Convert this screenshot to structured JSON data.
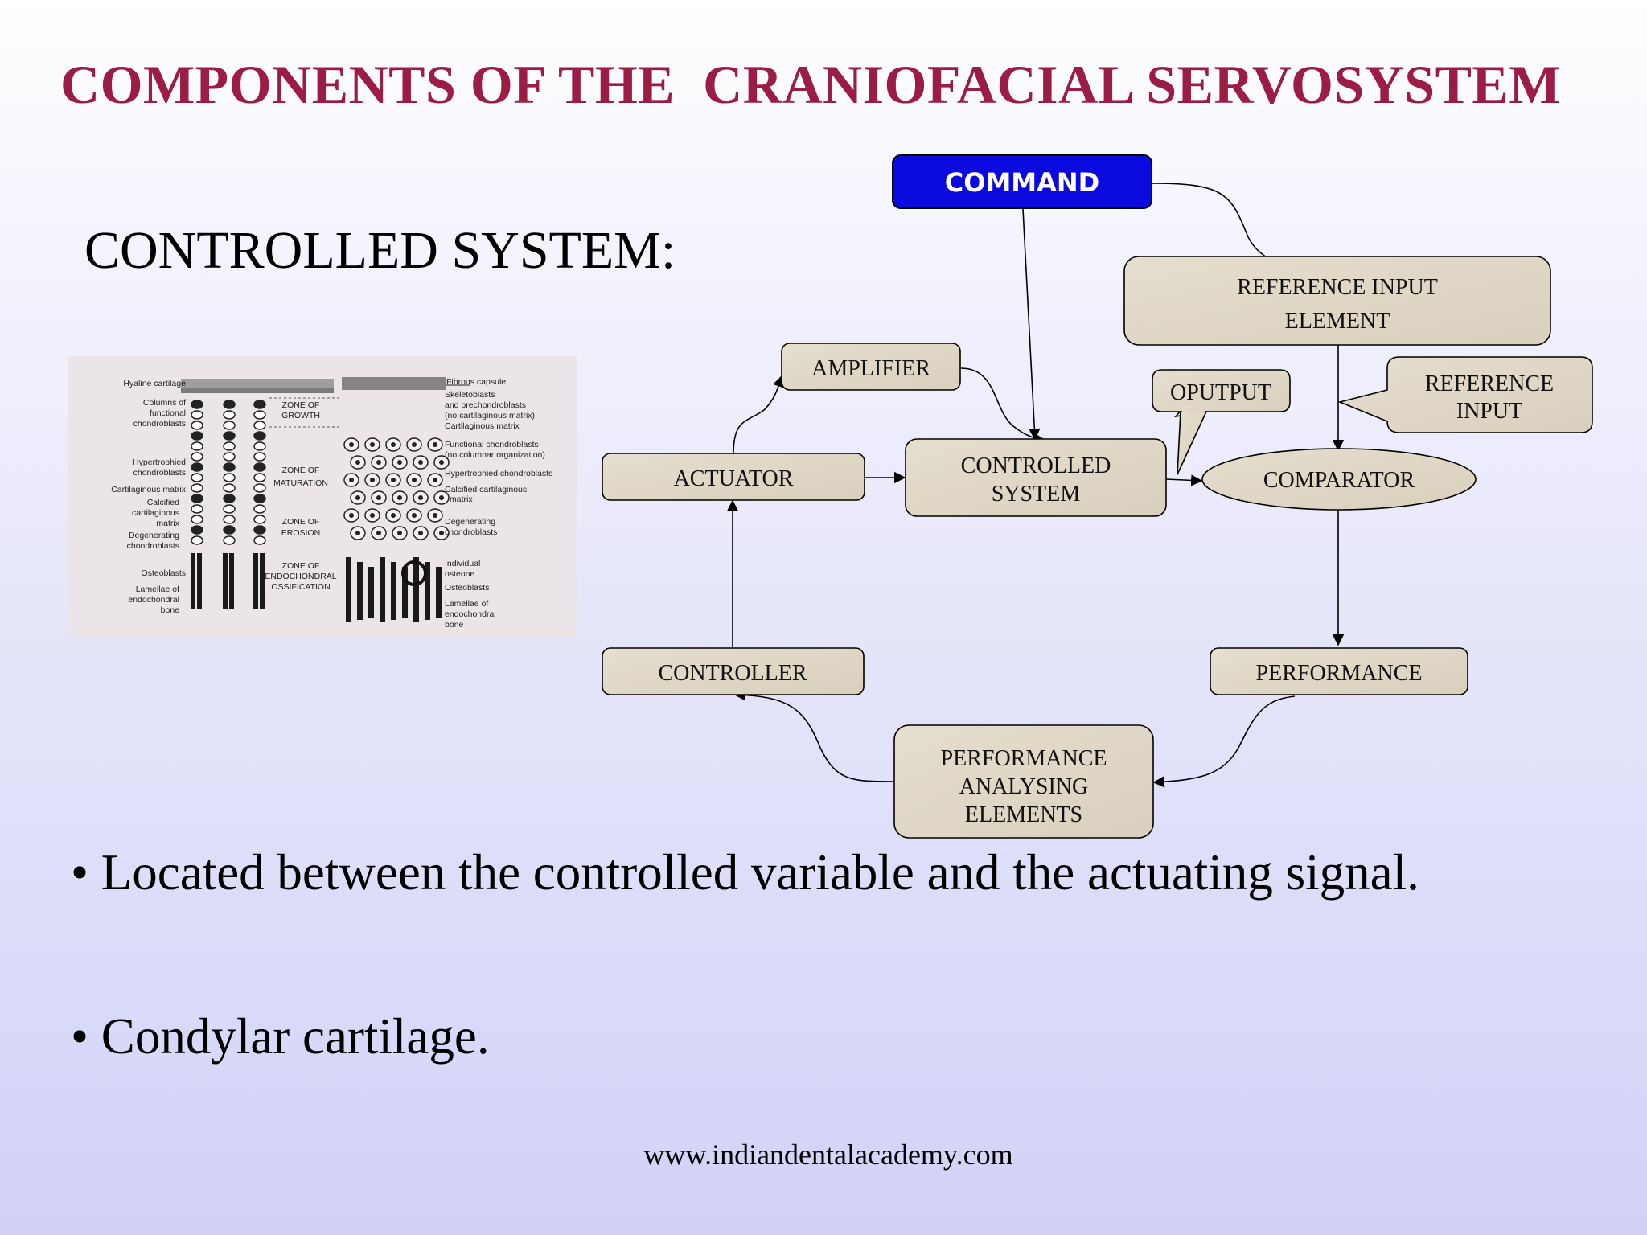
{
  "title": "COMPONENTS OF THE  CRANIOFACIAL SERVOSYSTEM",
  "subtitle": "CONTROLLED SYSTEM:",
  "figure": {
    "left_labels": [
      "Hyaline cartilage",
      "Columns of",
      "functional",
      "chondroblasts",
      "Hypertrophied",
      "chondroblasts",
      "Cartilaginous matrix",
      "Calcified",
      "cartilaginous",
      "matrix",
      "Degenerating",
      "chondroblasts",
      "Osteoblasts",
      "Lamellae of",
      "endochondral",
      "bone"
    ],
    "zone_labels": [
      "ZONE OF",
      "GROWTH",
      "ZONE OF",
      "MATURATION",
      "ZONE OF",
      "EROSION",
      "ZONE OF",
      "ENDOCHONDRAL",
      "OSSIFICATION"
    ],
    "right_labels": [
      "Fibrous capsule",
      "Skeletoblasts",
      "and prechondroblasts",
      "(no cartilaginous matrix)",
      "Cartilaginous matrix",
      "Functional chondroblasts",
      "(no columnar organization)",
      "Hypertrophied chondroblasts",
      "Calcified cartilaginous",
      "matrix",
      "Degenerating",
      "chondroblasts",
      "Individual",
      "osteone",
      "Osteoblasts",
      "Lamellae of",
      "endochondral",
      "bone"
    ]
  },
  "diagram": {
    "command": "COMMAND",
    "reference_input_element": [
      "REFERENCE INPUT",
      "ELEMENT"
    ],
    "amplifier": "AMPLIFIER",
    "oputput": "OPUTPUT",
    "reference_input": [
      "REFERENCE",
      "INPUT"
    ],
    "actuator": "ACTUATOR",
    "controlled_system": [
      "CONTROLLED",
      "SYSTEM"
    ],
    "comparator": "COMPARATOR",
    "controller": "CONTROLLER",
    "performance": "PERFORMANCE",
    "performance_analysing": [
      "PERFORMANCE",
      "ANALYSING",
      "ELEMENTS"
    ]
  },
  "bullets": [
    "• Located between the controlled variable and the actuating signal.",
    "• Condylar cartilage."
  ],
  "footer": "www.indiandentalacademy.com",
  "colors": {
    "title": "#9b1c45",
    "command_box": "#0a0adf",
    "node_fill": "#e2d9c8"
  }
}
